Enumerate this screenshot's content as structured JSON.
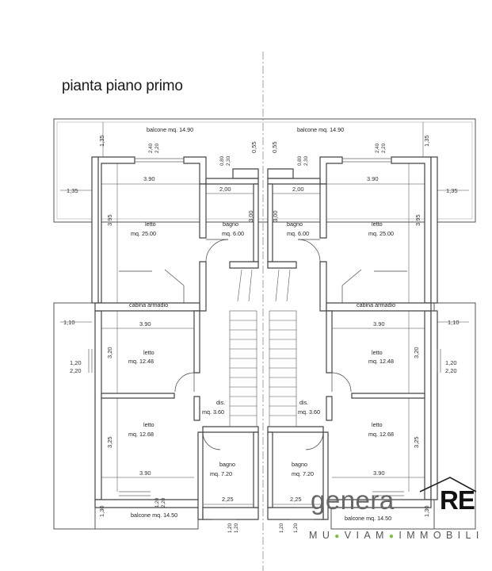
{
  "title": "pianta piano primo",
  "rooms": {
    "balcone_tl": "balcone mq. 14.90",
    "balcone_tr": "balcone mq. 14.90",
    "balcone_bl": "balcone mq. 14.50",
    "balcone_br": "balcone mq. 14.50",
    "letto": "letto",
    "letto_25": "mq. 25.00",
    "letto_1248": "mq. 12.48",
    "letto_1268": "mq. 12.68",
    "bagno": "bagno",
    "bagno_6": "mq. 6.00",
    "bagno_72": "mq. 7.20",
    "cabina": "cabina armadio",
    "dis": "dis.",
    "dis_area": "mq. 3.60"
  },
  "dims": {
    "d135": "1,35",
    "d110": "1,10",
    "d390": "3.90",
    "d395": "3,95",
    "d320": "3,20",
    "d325": "3,25",
    "d200": "2,00",
    "d225": "2,25",
    "d300": "3,00",
    "d055": "0,55",
    "d240": "2,40",
    "d220": "2,20",
    "d080": "0,80",
    "d230": "2,30",
    "d120": "1,20",
    "d130": "1,30"
  },
  "logo": {
    "word": "genera",
    "re": "RE",
    "sub_a": "MU",
    "sub_b": "VIAM",
    "sub_c": "IMMOBILI"
  },
  "colors": {
    "wall": "#555555",
    "line": "#333333",
    "accent": "#7ac142"
  }
}
